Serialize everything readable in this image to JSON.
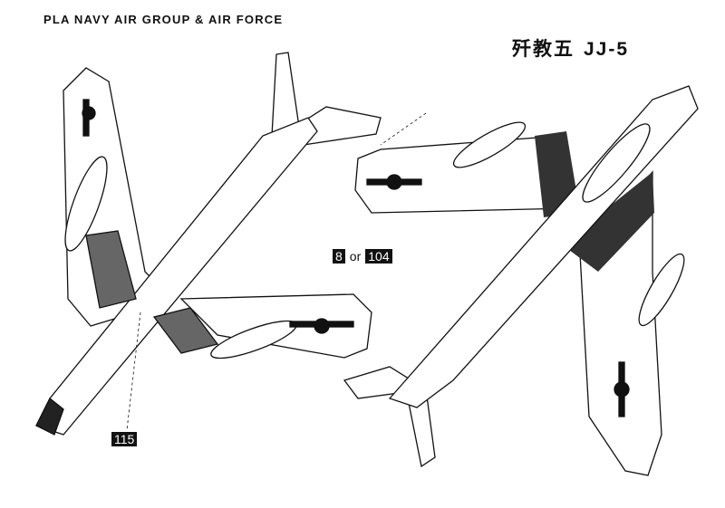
{
  "header": {
    "title": "PLA NAVY AIR GROUP & AIR FORCE",
    "model_cn": "歼教五",
    "model": "JJ-5"
  },
  "callouts": {
    "first": "8",
    "or": "or",
    "second": "104",
    "nose_number": "115"
  },
  "colors": {
    "ink": "#111111",
    "paper": "#ffffff",
    "shade": "#333333"
  }
}
